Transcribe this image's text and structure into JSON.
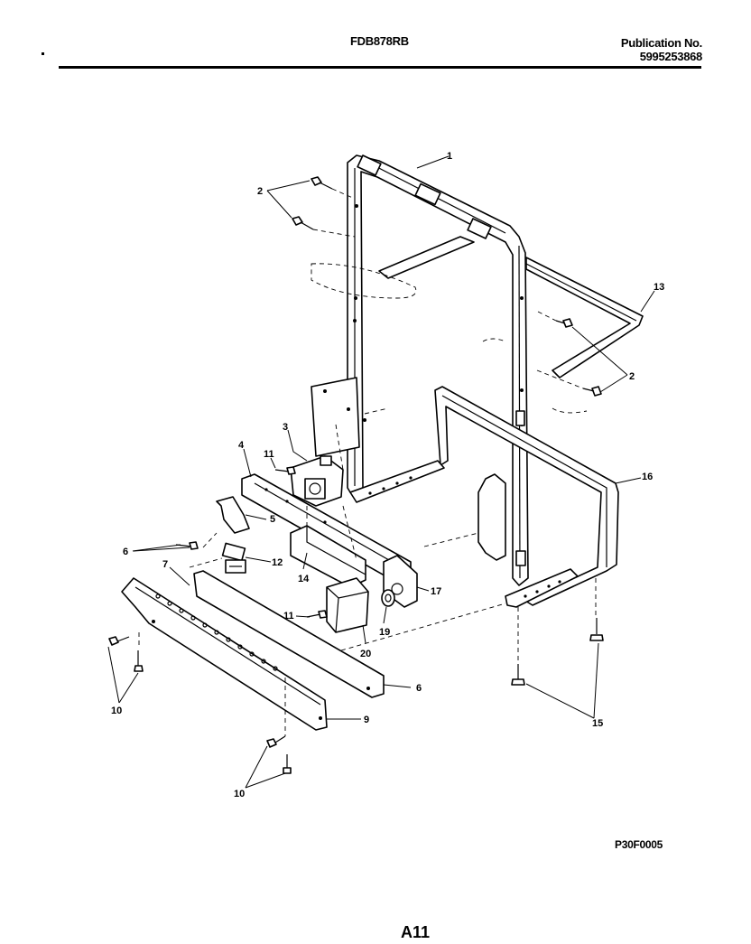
{
  "header": {
    "model": "FDB878RB",
    "publication_label": "Publication No.",
    "publication_number": "5995253868"
  },
  "diagram": {
    "callouts": [
      "1",
      "2",
      "2",
      "3",
      "4",
      "5",
      "6",
      "6",
      "7",
      "9",
      "10",
      "10",
      "11",
      "11",
      "12",
      "13",
      "14",
      "15",
      "16",
      "17",
      "19",
      "20"
    ]
  },
  "footer": {
    "figure_code": "P30F0005",
    "page_code": "A11"
  }
}
